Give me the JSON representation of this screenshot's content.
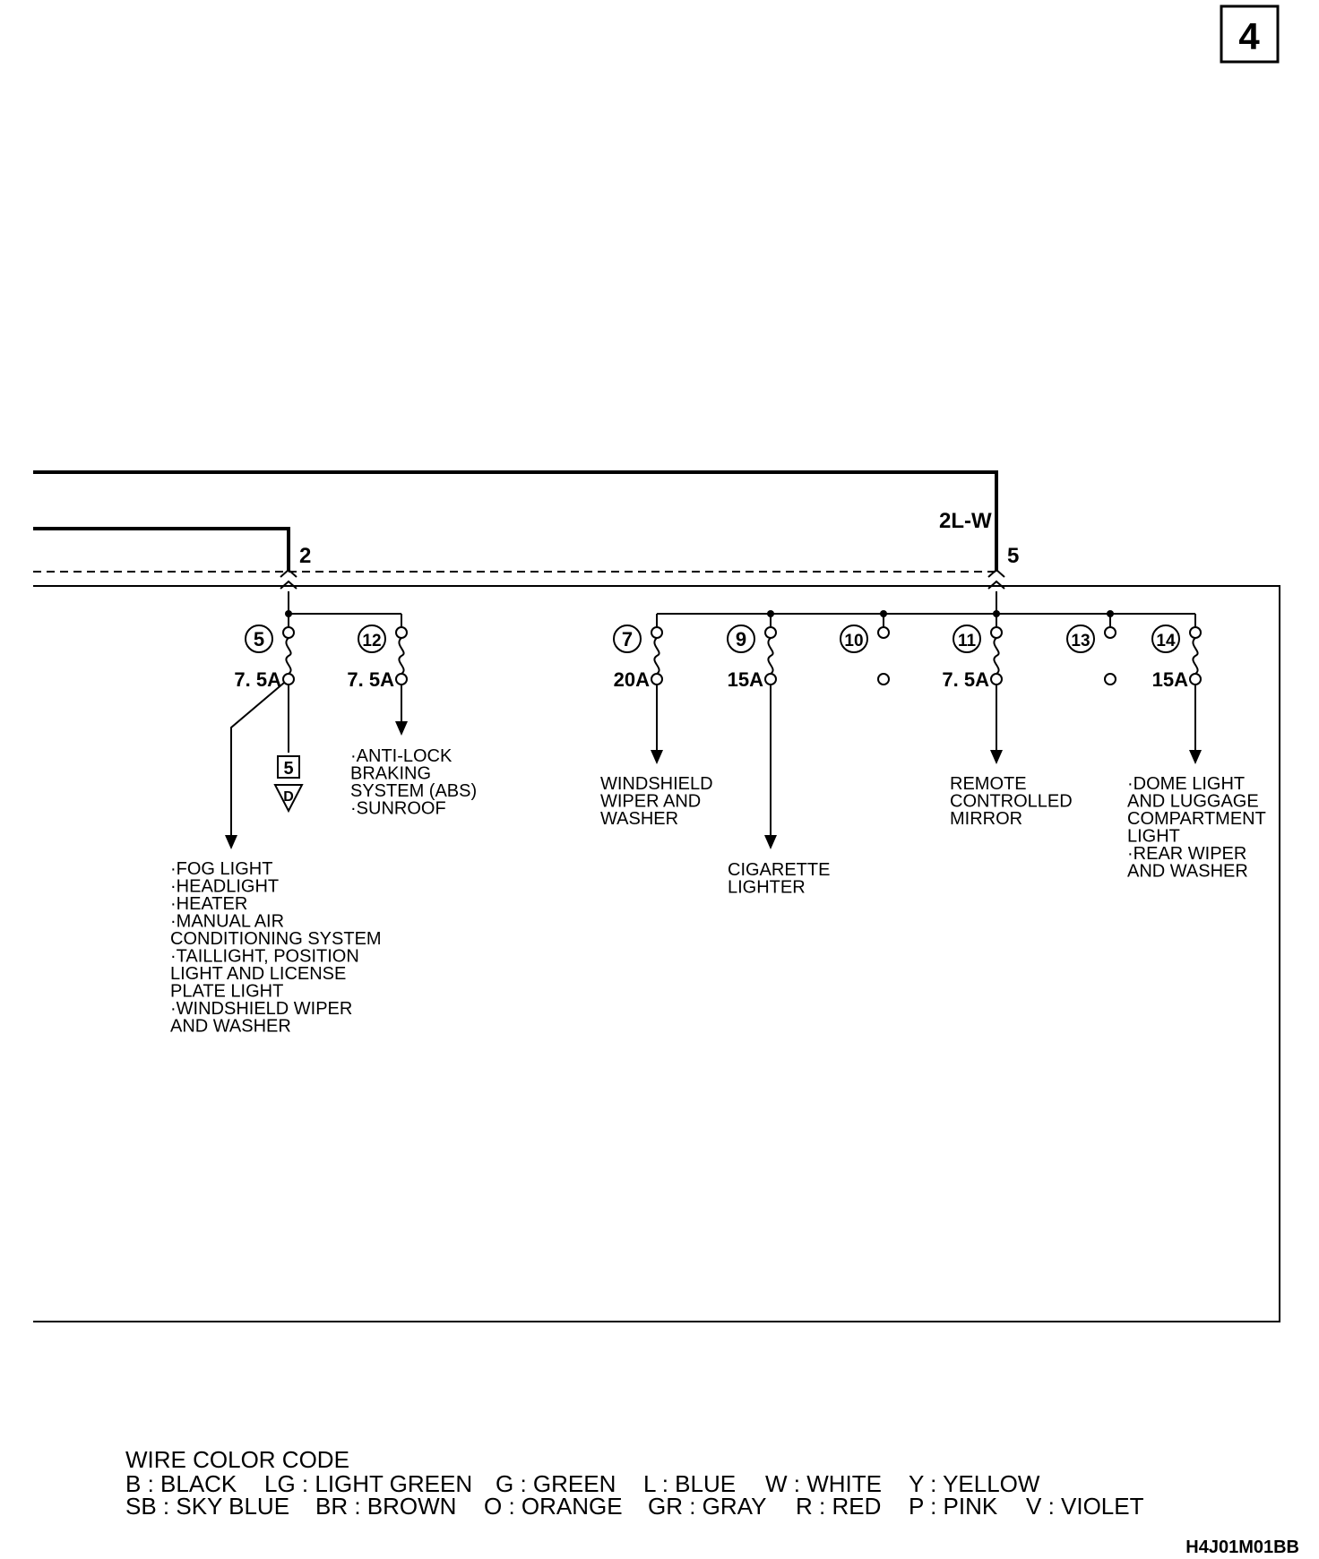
{
  "page_number": "4",
  "wires": {
    "main_wire_label": "2L-W",
    "connector_left": "2",
    "connector_right": "5"
  },
  "fuses": [
    {
      "number": "5",
      "rating": "7. 5A"
    },
    {
      "number": "12",
      "rating": "7. 5A"
    },
    {
      "number": "7",
      "rating": "20A"
    },
    {
      "number": "9",
      "rating": "15A"
    },
    {
      "number": "10",
      "rating": ""
    },
    {
      "number": "11",
      "rating": "7. 5A"
    },
    {
      "number": "13",
      "rating": ""
    },
    {
      "number": "14",
      "rating": "15A"
    }
  ],
  "reference": {
    "page": "5",
    "letter": "D"
  },
  "loads": {
    "fuse5": [
      "·FOG LIGHT",
      "·HEADLIGHT",
      "·HEATER",
      "·MANUAL AIR",
      "CONDITIONING SYSTEM",
      "·TAILLIGHT, POSITION",
      "LIGHT AND LICENSE",
      "PLATE LIGHT",
      "·WINDSHIELD WIPER",
      "AND WASHER"
    ],
    "fuse12": [
      "·ANTI-LOCK",
      "BRAKING",
      "SYSTEM (ABS)",
      "·SUNROOF"
    ],
    "fuse7": [
      "WINDSHIELD",
      "WIPER AND",
      "WASHER"
    ],
    "fuse9": [
      "CIGARETTE",
      "LIGHTER"
    ],
    "fuse11": [
      "REMOTE",
      "CONTROLLED",
      "MIRROR"
    ],
    "fuse14": [
      "·DOME LIGHT",
      "AND LUGGAGE",
      "COMPARTMENT",
      "LIGHT",
      "·REAR WIPER",
      "AND WASHER"
    ]
  },
  "legend": {
    "title": "WIRE COLOR CODE",
    "row1": [
      "B : BLACK",
      "LG : LIGHT GREEN",
      "G : GREEN",
      "L : BLUE",
      "W : WHITE",
      "Y : YELLOW"
    ],
    "row2": [
      "SB : SKY BLUE",
      "BR : BROWN",
      "O : ORANGE",
      "GR : GRAY",
      "R : RED",
      "P : PINK",
      "V : VIOLET"
    ]
  },
  "figure_code": "H4J01M01BB"
}
